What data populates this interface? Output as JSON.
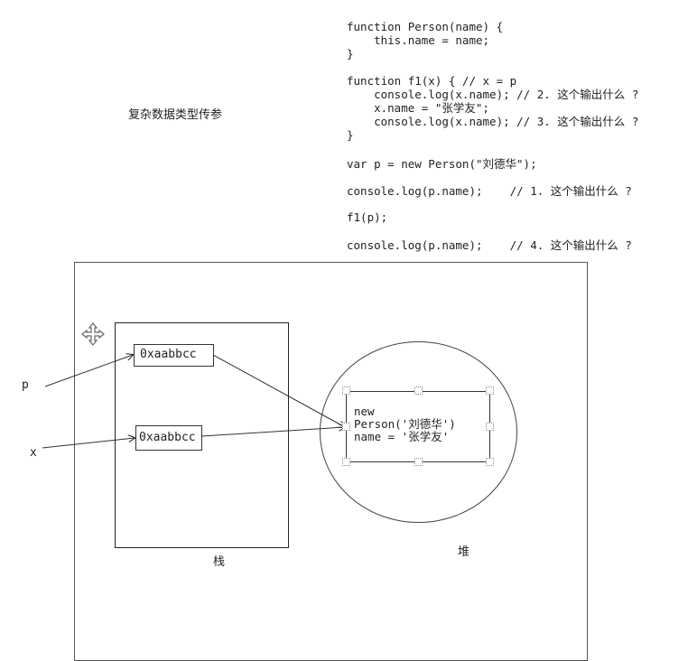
{
  "title": "复杂数据类型传参",
  "code": {
    "block1": [
      "function Person(name) {",
      "    this.name = name;",
      "}"
    ],
    "block2": [
      "function f1(x) { // x = p",
      "    console.log(x.name); // 2. 这个输出什么 ?",
      "    x.name = \"张学友\";",
      "    console.log(x.name); // 3. 这个输出什么 ?",
      "}"
    ],
    "line_var": "var p = new Person(\"刘德华\");",
    "line_log1": "console.log(p.name);    // 1. 这个输出什么 ?",
    "line_call": "f1(p);",
    "line_log4": "console.log(p.name);    // 4. 这个输出什么 ?"
  },
  "diagram": {
    "var_p": "p",
    "var_x": "x",
    "addr_p": "0xaabbcc",
    "addr_x": "0xaabbcc",
    "stack_label": "栈",
    "heap_label": "堆",
    "object_lines": [
      "new",
      "Person('刘德华')",
      "name = '张学友'"
    ]
  }
}
